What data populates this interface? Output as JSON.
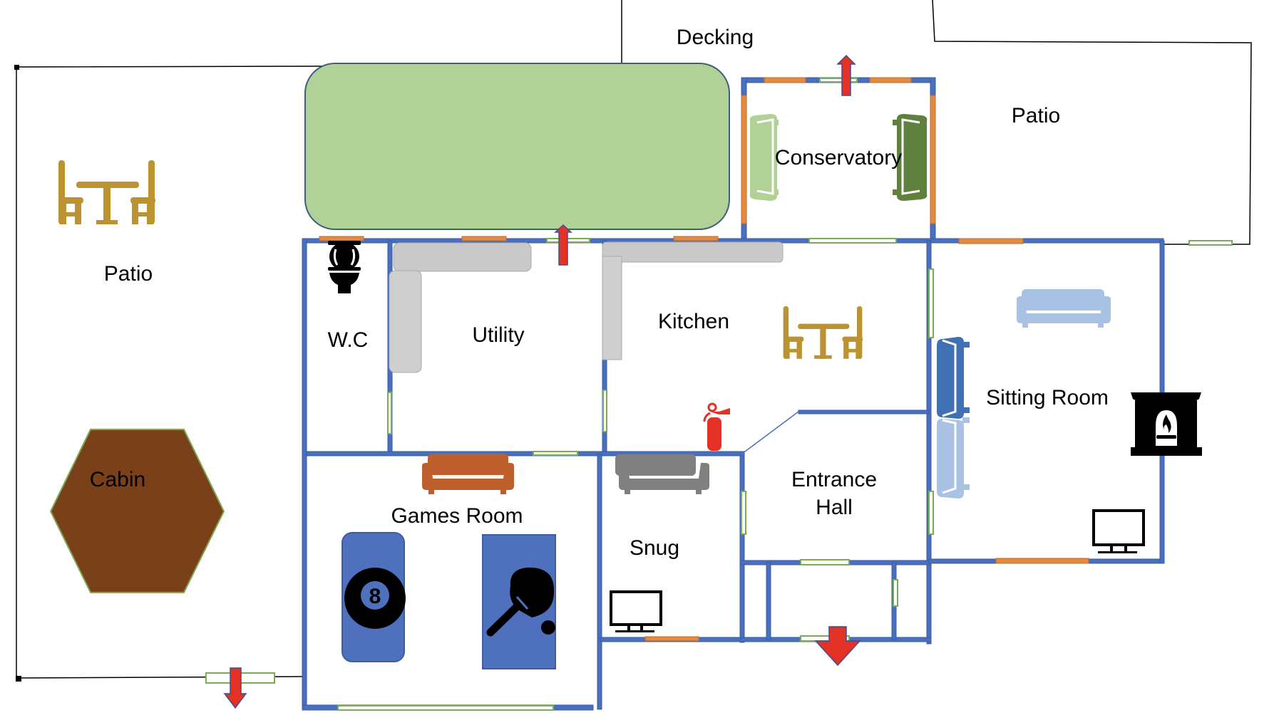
{
  "title": "House Floor Plan",
  "colors": {
    "wall": "#4a6fbd",
    "door": "#e08a42",
    "window": "#7aab55",
    "exit_arrow": "#e33126",
    "pond": "#b1d196",
    "cabin": "#7a401a",
    "dining": "#bb9431",
    "counter": "#c9c9c9",
    "games_table": "#4f70bd"
  },
  "areas": {
    "decking": "Decking",
    "patio_left": "Patio",
    "patio_right": "Patio",
    "cabin": "Cabin"
  },
  "rooms": {
    "conservatory": "Conservatory",
    "wc": "W.C",
    "utility": "Utility",
    "kitchen": "Kitchen",
    "sitting_room": "Sitting Room",
    "entrance_hall_line1": "Entrance",
    "entrance_hall_line2": "Hall",
    "games_room": "Games Room",
    "snug": "Snug"
  },
  "icons": {
    "pool_ball_number": "8"
  },
  "legend_semantics": {
    "exit_arrows": 4,
    "fire_extinguishers": 1,
    "tvs": 2
  }
}
